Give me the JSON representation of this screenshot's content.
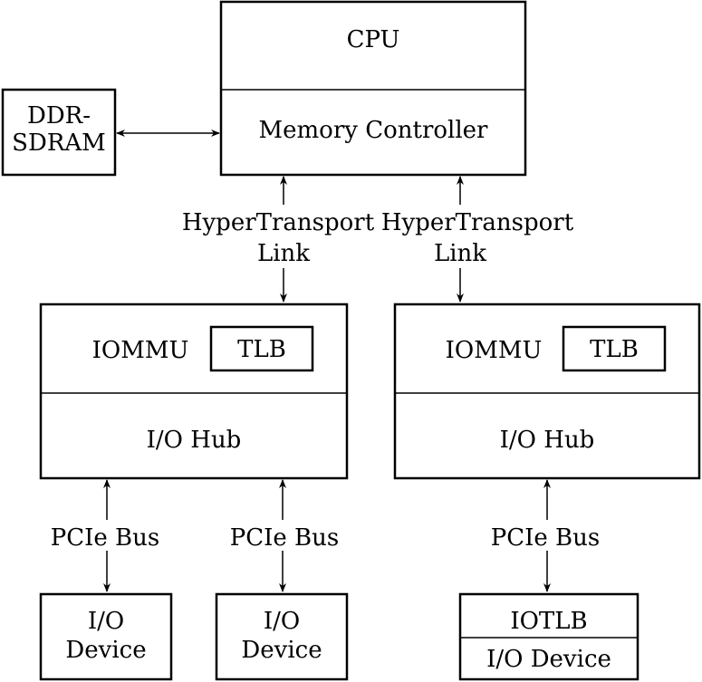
{
  "colors": {
    "line": "#000000",
    "background": "#ffffff"
  },
  "cpu": {
    "title": "CPU",
    "memory_controller": "Memory Controller"
  },
  "ddr": {
    "line1": "DDR-",
    "line2": "SDRAM"
  },
  "links": {
    "left": {
      "line1": "HyperTransport",
      "line2": "Link"
    },
    "right": {
      "line1": "HyperTransport",
      "line2": "Link"
    }
  },
  "hub_left": {
    "iommu": "IOMMU",
    "tlb": "TLB",
    "hub": "I/O Hub"
  },
  "hub_right": {
    "iommu": "IOMMU",
    "tlb": "TLB",
    "hub": "I/O Hub"
  },
  "buses": {
    "bus1": "PCIe Bus",
    "bus2": "PCIe Bus",
    "bus3": "PCIe Bus"
  },
  "devices": {
    "dev1": {
      "line1": "I/O",
      "line2": "Device"
    },
    "dev2": {
      "line1": "I/O",
      "line2": "Device"
    },
    "dev3": {
      "iotlb": "IOTLB",
      "label": "I/O Device"
    }
  }
}
